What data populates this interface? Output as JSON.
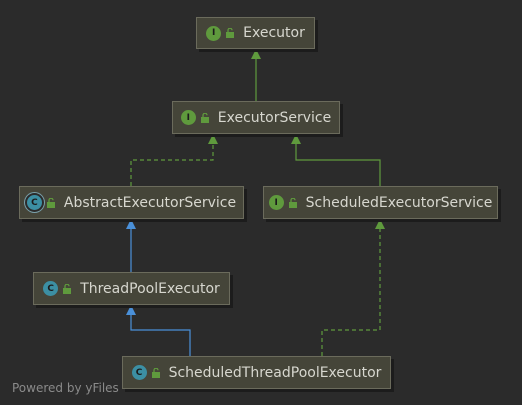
{
  "colors": {
    "background": "#2b2b2b",
    "node_fill": "#454539",
    "interface_badge": "#5f9a3d",
    "class_badge": "#3c8fa3",
    "realization_edge": "#5f9a3d",
    "inheritance_edge": "#4a90d9"
  },
  "nodes": [
    {
      "id": "executor",
      "label": "Executor",
      "kind": "interface",
      "badge": "I",
      "icon": "unlock-icon"
    },
    {
      "id": "executor-service",
      "label": "ExecutorService",
      "kind": "interface",
      "badge": "I",
      "icon": "unlock-icon"
    },
    {
      "id": "abstract-executor-service",
      "label": "AbstractExecutorService",
      "kind": "abstract-class",
      "badge": "C",
      "icon": "unlock-icon"
    },
    {
      "id": "scheduled-executor-service",
      "label": "ScheduledExecutorService",
      "kind": "interface",
      "badge": "I",
      "icon": "unlock-icon"
    },
    {
      "id": "thread-pool-executor",
      "label": "ThreadPoolExecutor",
      "kind": "class",
      "badge": "C",
      "icon": "unlock-icon"
    },
    {
      "id": "scheduled-thread-pool-executor",
      "label": "ScheduledThreadPoolExecutor",
      "kind": "class",
      "badge": "C",
      "icon": "unlock-icon"
    }
  ],
  "edges": [
    {
      "from": "executor-service",
      "to": "executor",
      "type": "extends-interface",
      "style": "solid"
    },
    {
      "from": "abstract-executor-service",
      "to": "executor-service",
      "type": "implements",
      "style": "dashed"
    },
    {
      "from": "scheduled-executor-service",
      "to": "executor-service",
      "type": "extends-interface",
      "style": "solid"
    },
    {
      "from": "thread-pool-executor",
      "to": "abstract-executor-service",
      "type": "extends",
      "style": "solid"
    },
    {
      "from": "scheduled-thread-pool-executor",
      "to": "thread-pool-executor",
      "type": "extends",
      "style": "solid"
    },
    {
      "from": "scheduled-thread-pool-executor",
      "to": "scheduled-executor-service",
      "type": "implements",
      "style": "dashed"
    }
  ],
  "footer": "Powered by yFiles"
}
